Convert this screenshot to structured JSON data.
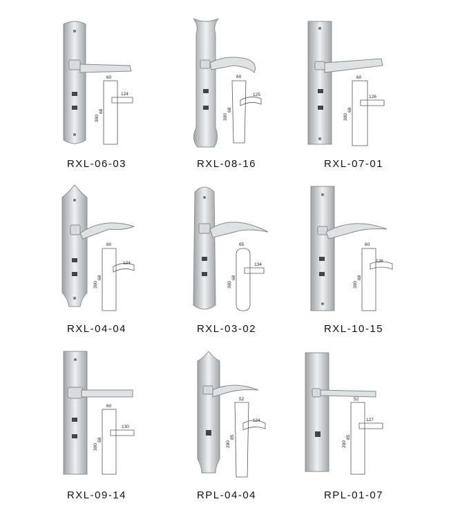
{
  "products": [
    {
      "model": "RXL-06-03",
      "plate_width": "60",
      "height": "300",
      "center": "68",
      "handle_length": "124"
    },
    {
      "model": "RXL-08-16",
      "plate_width": "60",
      "height": "300",
      "center": "68",
      "handle_length": "125"
    },
    {
      "model": "RXL-07-01",
      "plate_width": "60",
      "height": "300",
      "center": "68",
      "handle_length": "126"
    },
    {
      "model": "RXL-04-04",
      "plate_width": "60",
      "height": "300",
      "center": "68",
      "handle_length": "124"
    },
    {
      "model": "RXL-03-02",
      "plate_width": "65",
      "height": "300",
      "center": "68",
      "handle_length": "134"
    },
    {
      "model": "RXL-10-15",
      "plate_width": "60",
      "height": "300",
      "center": "68",
      "handle_length": "126"
    },
    {
      "model": "RXL-09-14",
      "plate_width": "60",
      "height": "300",
      "center": "68",
      "handle_length": "130"
    },
    {
      "model": "RPL-04-04",
      "plate_width": "52",
      "height": "290",
      "center": "85",
      "handle_length": "124"
    },
    {
      "model": "RPL-01-07",
      "plate_width": "52",
      "height": "290",
      "center": "85",
      "handle_length": "127"
    }
  ]
}
